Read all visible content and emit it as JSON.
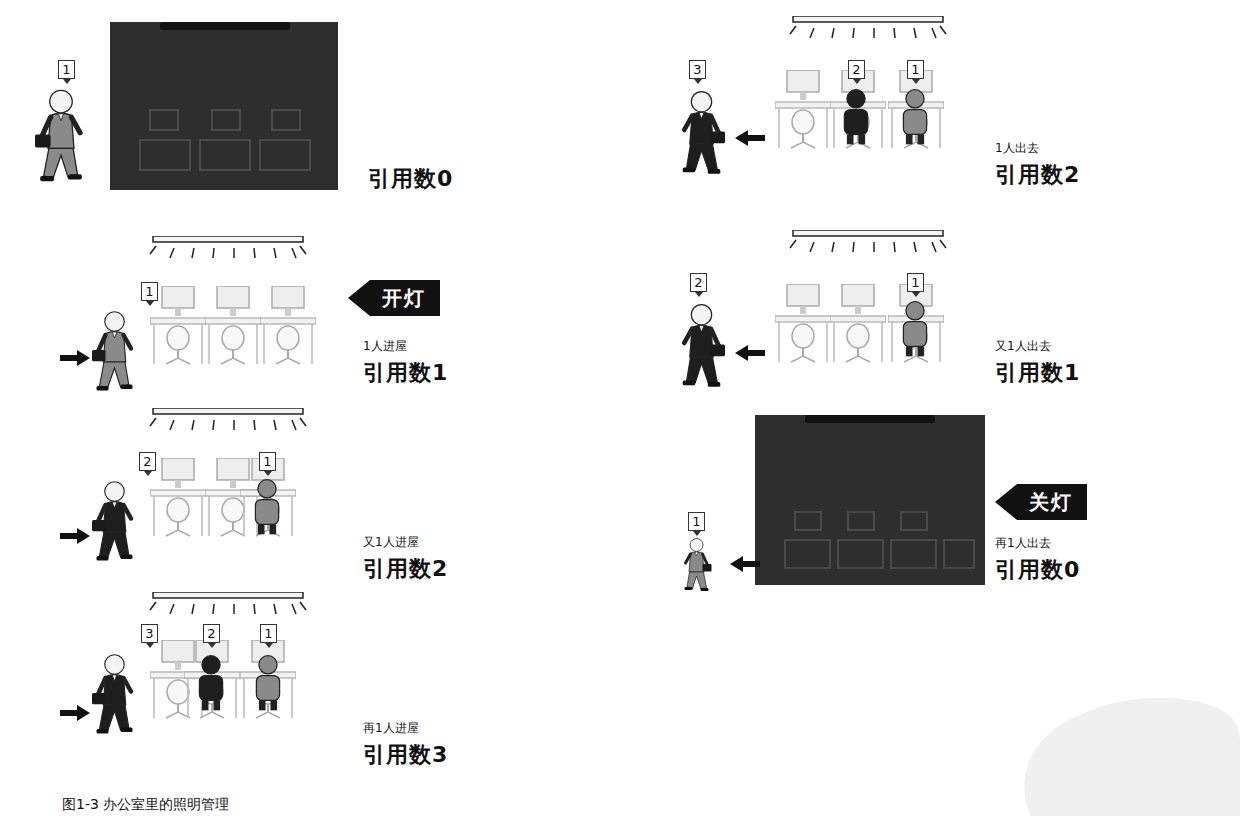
{
  "diagram": {
    "caption": "图1-3 办公室里的照明管理",
    "nodes": [
      {
        "text": [
          "开灯"
        ]
      },
      {
        "text": [
          "关灯"
        ]
      }
    ],
    "labels": [
      "1",
      "引用数0",
      "1",
      "1人进屋",
      "引用数1",
      "2",
      "1",
      "又1人进屋",
      "引用数2",
      "3",
      "2",
      "1",
      "再1人进屋",
      "引用数3",
      "3",
      "2",
      "1",
      "1人出去",
      "引用数2",
      "2",
      "1",
      "又1人出去",
      "引用数1",
      "1",
      "再1人出去",
      "引用数0"
    ]
  }
}
